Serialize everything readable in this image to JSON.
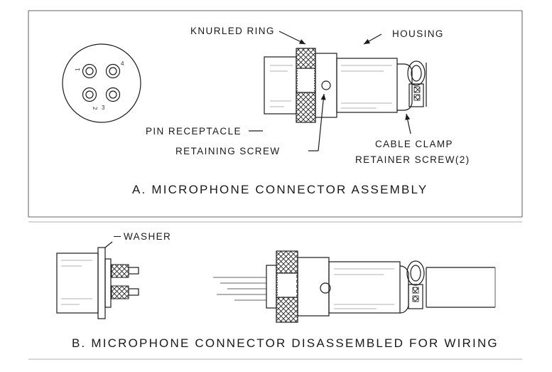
{
  "section_a": {
    "caption": "A. MICROPHONE CONNECTOR ASSEMBLY",
    "labels": {
      "knurled_ring": "KNURLED RING",
      "housing": "HOUSING",
      "pin_receptacle": "PIN RECEPTACLE",
      "retaining_screw": "RETAINING SCREW",
      "cable_clamp_line1": "CABLE CLAMP",
      "cable_clamp_line2": "RETAINER SCREW(2)"
    },
    "pin_numbers": [
      "1",
      "2",
      "3",
      "4"
    ]
  },
  "section_b": {
    "caption": "B. MICROPHONE CONNECTOR DISASSEMBLED FOR WIRING",
    "labels": {
      "washer": "WASHER"
    }
  }
}
